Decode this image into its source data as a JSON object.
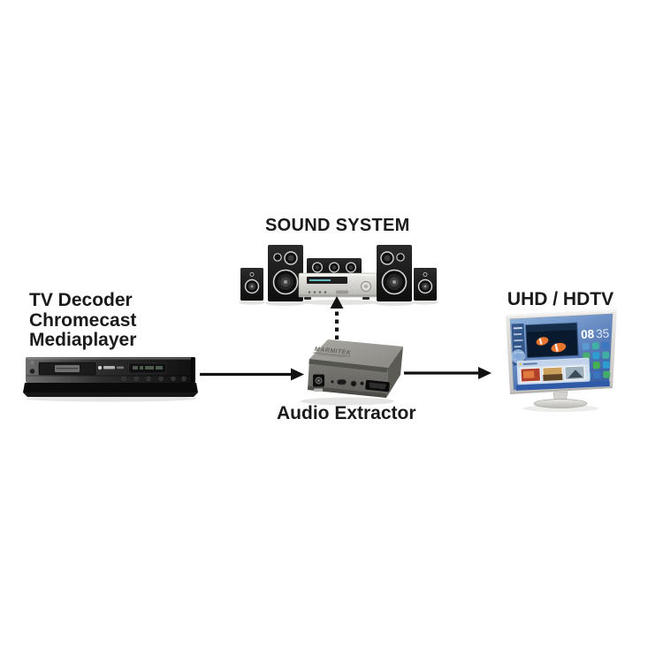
{
  "diagram": {
    "labels": {
      "sound_system": "SOUND SYSTEM",
      "source_lines": [
        "TV Decoder",
        "Chromecast",
        "Mediaplayer"
      ],
      "audio_extractor": "Audio Extractor",
      "display": "UHD / HDTV"
    },
    "devices": {
      "source": {
        "type": "media-player"
      },
      "audio_extractor": {
        "brand": "MARMITEK"
      },
      "tv": {
        "clock_hours": "08",
        "clock_minutes": "35"
      },
      "sound_system": {
        "speaker_count": 5,
        "receiver_count": 1
      }
    },
    "connections": [
      {
        "from": "tv-decoder-chromecast-mediaplayer",
        "to": "audio-extractor",
        "style": "solid-arrow"
      },
      {
        "from": "audio-extractor",
        "to": "sound-system",
        "style": "dashed-arrow"
      },
      {
        "from": "audio-extractor",
        "to": "uhd-hdtv",
        "style": "solid-arrow"
      }
    ],
    "colors": {
      "label_text": "#1a1a1a",
      "arrow": "#111111",
      "extractor_body": "#8c8a85",
      "tv_screen": "#4a74b4",
      "tv_bezel": "#d9d8d5",
      "device_black": "#141414",
      "receiver_silver": "#d9d8d3"
    }
  }
}
